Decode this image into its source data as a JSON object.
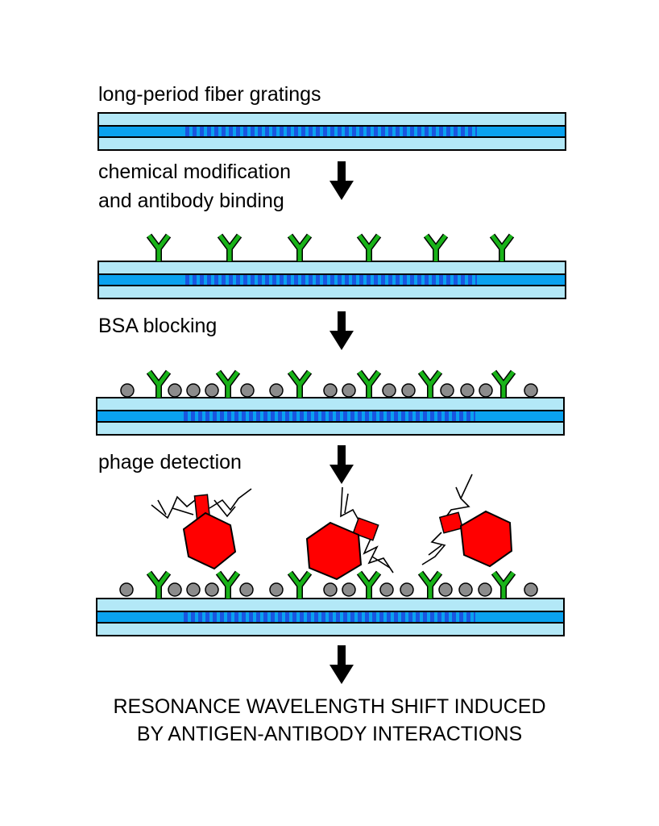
{
  "steps": {
    "step1_label": "long-period fiber gratings",
    "step2_label_line1": "chemical modification",
    "step2_label_line2": "and antibody binding",
    "step3_label": "BSA blocking",
    "step4_label": "phage detection"
  },
  "conclusion": {
    "line1": "RESONANCE WAVELENGTH SHIFT INDUCED",
    "line2": "BY ANTIGEN-ANTIBODY INTERACTIONS"
  },
  "colors": {
    "cladding": "#b3e8f7",
    "core": "#0aa2ef",
    "grating": "#1a55e0",
    "antibody": "#19b319",
    "bsa": "#8c8c8c",
    "phage": "#ff0000",
    "arrow": "#000000"
  }
}
